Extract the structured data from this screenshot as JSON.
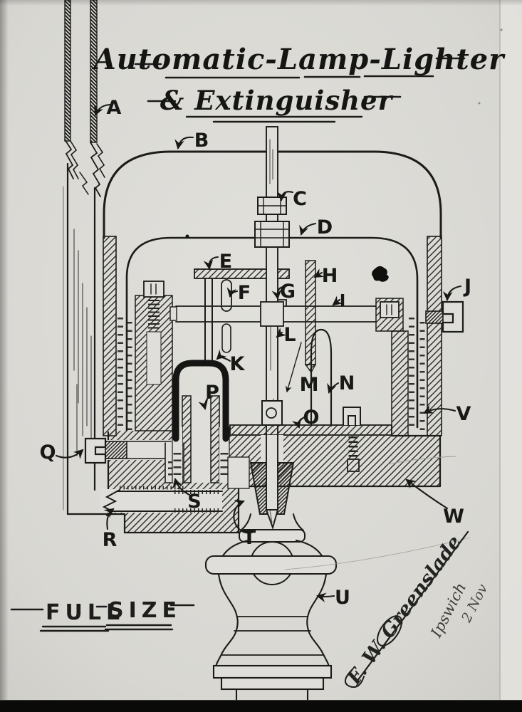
{
  "title": {
    "line1": "Automatic-Lamp-Lighter",
    "line2": "& Extinguisher"
  },
  "scale_note": {
    "word1": "FULL",
    "word2": "SIZE"
  },
  "labels": {
    "a": "A",
    "b": "B",
    "c": "C",
    "d": "D",
    "e": "E",
    "f": "F",
    "g": "G",
    "h": "H",
    "i": "I",
    "j": "J",
    "k": "K",
    "l": "L",
    "m": "M",
    "n": "N",
    "o": "O",
    "p": "P",
    "q": "Q",
    "r": "R",
    "s": "S",
    "t": "T",
    "u": "U",
    "v": "V",
    "w": "W"
  },
  "signature": {
    "name": "F. W. Greenslade",
    "place": "Ipswich",
    "date": "2 Nov"
  },
  "colors": {
    "paper": "#dfdeda",
    "ink": "#1c1c1a",
    "photo_edge": "#0a0a09"
  }
}
